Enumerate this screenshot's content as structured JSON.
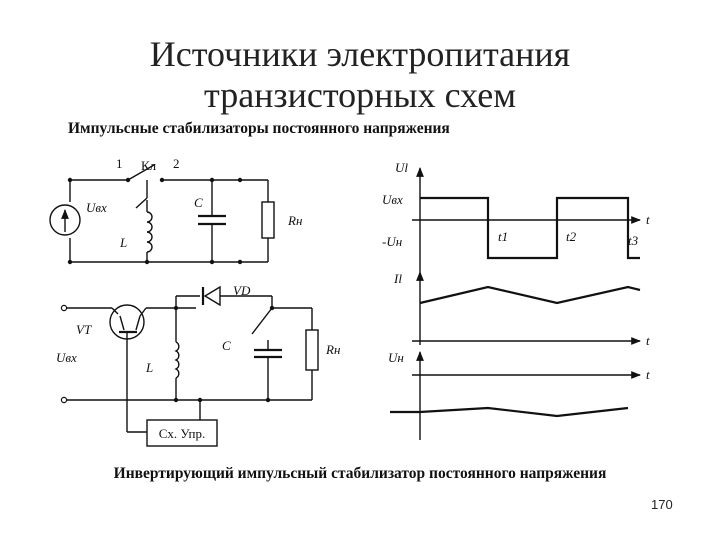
{
  "slide": {
    "title_line1": "Источники электропитания",
    "title_line2": "транзисторных схем",
    "subtitle": "Импульсные стабилизаторы постоянного напряжения",
    "caption": "Инвертирующий импульсный стабилизатор постоянного напряжения",
    "page_number": "170"
  },
  "circuit1": {
    "node1": "1",
    "switch": "Кл",
    "node2": "2",
    "source": "Uвх",
    "capacitor": "C",
    "load": "Rн",
    "inductor": "L"
  },
  "circuit2": {
    "transistor": "VT",
    "diode": "VD",
    "source": "Uвх",
    "inductor": "L",
    "capacitor": "C",
    "load": "Rн",
    "control": "Сх. Упр."
  },
  "graphs": {
    "ul_axis": "Ul",
    "uvx": "Uвх",
    "minus_un": "-Uн",
    "t": "t",
    "t1": "t1",
    "t2": "t2",
    "t3": "t3",
    "il_axis": "Il",
    "un_axis": "Uн"
  }
}
